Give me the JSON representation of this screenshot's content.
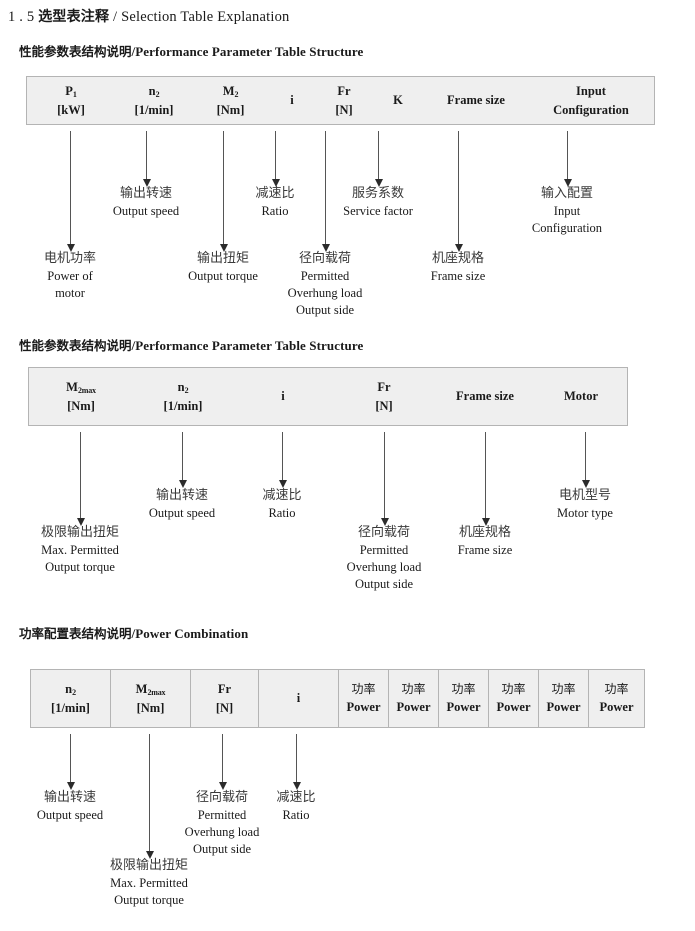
{
  "document": {
    "title_number": "1 . 5",
    "title_cn": "选型表注释",
    "title_sep": "/",
    "title_en": "Selection Table Explanation"
  },
  "sections": [
    {
      "heading_cn": "性能参数表结构说明",
      "heading_sep": "/",
      "heading_en": "Performance Parameter Table Structure",
      "table": {
        "columns": [
          {
            "line1": "P",
            "sub1": "1",
            "line2": "[kW]"
          },
          {
            "line1": "n",
            "sub1": "2",
            "line2": "[1/min]"
          },
          {
            "line1": "M",
            "sub1": "2",
            "line2": "[Nm]"
          },
          {
            "line1": "i",
            "sub1": "",
            "line2": ""
          },
          {
            "line1": "Fr",
            "sub1": "",
            "line2": "[N]"
          },
          {
            "line1": "K",
            "sub1": "",
            "line2": ""
          },
          {
            "line1": "Frame size",
            "sub1": "",
            "line2": ""
          },
          {
            "line1": "Input",
            "sub1": "",
            "line2": "Configuration"
          }
        ]
      },
      "notes": [
        {
          "cn": "电机功率",
          "en": "Power of",
          "en2": "motor",
          "en3": ""
        },
        {
          "cn": "输出转速",
          "en": "Output speed",
          "en2": "",
          "en3": ""
        },
        {
          "cn": "输出扭矩",
          "en": "Output torque",
          "en2": "",
          "en3": ""
        },
        {
          "cn": "减速比",
          "en": "Ratio",
          "en2": "",
          "en3": ""
        },
        {
          "cn": "径向载荷",
          "en": "Permitted",
          "en2": "Overhung load",
          "en3": "Output side"
        },
        {
          "cn": "服务系数",
          "en": "Service factor",
          "en2": "",
          "en3": ""
        },
        {
          "cn": "机座规格",
          "en": "Frame size",
          "en2": "",
          "en3": ""
        },
        {
          "cn": "输入配置",
          "en": "Input",
          "en2": "Configuration",
          "en3": ""
        }
      ]
    },
    {
      "heading_cn": "性能参数表结构说明",
      "heading_sep": "/",
      "heading_en": "Performance Parameter Table Structure",
      "table": {
        "columns": [
          {
            "line1": "M",
            "sub1": "2max",
            "line2": "[Nm]"
          },
          {
            "line1": "n",
            "sub1": "2",
            "line2": "[1/min]"
          },
          {
            "line1": "i",
            "sub1": "",
            "line2": ""
          },
          {
            "line1": "Fr",
            "sub1": "",
            "line2": "[N]"
          },
          {
            "line1": "Frame size",
            "sub1": "",
            "line2": ""
          },
          {
            "line1": "Motor",
            "sub1": "",
            "line2": ""
          }
        ]
      },
      "notes": [
        {
          "cn": "极限输出扭矩",
          "en": "Max. Permitted",
          "en2": "Output  torque",
          "en3": ""
        },
        {
          "cn": "输出转速",
          "en": "Output speed",
          "en2": "",
          "en3": ""
        },
        {
          "cn": "减速比",
          "en": "Ratio",
          "en2": "",
          "en3": ""
        },
        {
          "cn": "径向载荷",
          "en": "Permitted",
          "en2": "Overhung load",
          "en3": "Output side"
        },
        {
          "cn": "机座规格",
          "en": "Frame size",
          "en2": "",
          "en3": ""
        },
        {
          "cn": "电机型号",
          "en": "Motor type",
          "en2": "",
          "en3": ""
        }
      ]
    },
    {
      "heading_cn": "功率配置表结构说明",
      "heading_sep": "/",
      "heading_en": "Power Combination",
      "table": {
        "columns": [
          {
            "line1": "n",
            "sub1": "2",
            "line2": "[1/min]"
          },
          {
            "line1": "M",
            "sub1": "2max",
            "line2": "[Nm]"
          },
          {
            "line1": "Fr",
            "sub1": "",
            "line2": "[N]"
          },
          {
            "line1": "i",
            "sub1": "",
            "line2": ""
          },
          {
            "line1_cn": "功率",
            "sub1": "",
            "line2": "Power"
          },
          {
            "line1_cn": "功率",
            "sub1": "",
            "line2": "Power"
          },
          {
            "line1_cn": "功率",
            "sub1": "",
            "line2": "Power"
          },
          {
            "line1_cn": "功率",
            "sub1": "",
            "line2": "Power"
          },
          {
            "line1_cn": "功率",
            "sub1": "",
            "line2": "Power"
          },
          {
            "line1_cn": "功率",
            "sub1": "",
            "line2": "Power"
          }
        ]
      },
      "notes": [
        {
          "cn": "输出转速",
          "en": "Output speed",
          "en2": "",
          "en3": ""
        },
        {
          "cn": "极限输出扭矩",
          "en": "Max. Permitted",
          "en2": "Output  torque",
          "en3": ""
        },
        {
          "cn": "径向载荷",
          "en": "Permitted",
          "en2": "Overhung load",
          "en3": "Output side"
        },
        {
          "cn": "减速比",
          "en": "Ratio",
          "en2": "",
          "en3": ""
        }
      ]
    }
  ],
  "colors": {
    "table_fill": "#efefef",
    "table_border": "#b4b4b4",
    "arrow": "#2b2b2b",
    "text": "#1a1a1a"
  }
}
